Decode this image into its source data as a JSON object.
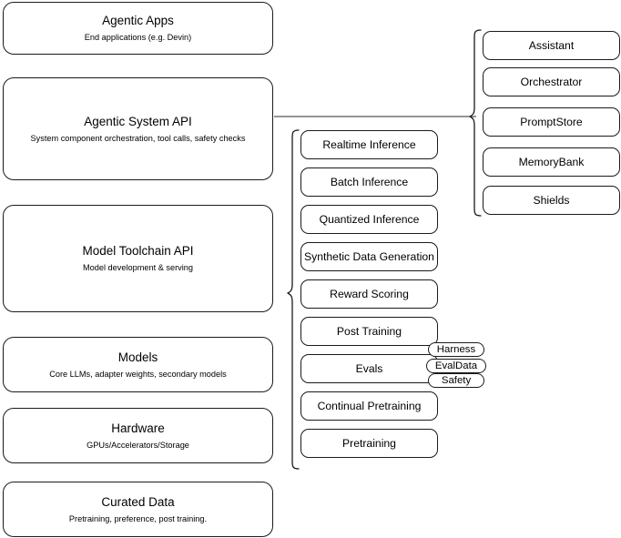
{
  "diagram": {
    "title": "Llama Stack layered architecture",
    "stroke_color": "#1a1a1a",
    "connector_color": "#555555",
    "background": "#ffffff"
  },
  "layers": [
    {
      "id": "agentic-apps",
      "title": "Agentic Apps",
      "subtitle": "End applications (e.g. Devin)"
    },
    {
      "id": "agentic-system-api",
      "title": "Agentic System API",
      "subtitle": "System component orchestration, tool calls, safety checks"
    },
    {
      "id": "model-toolchain-api",
      "title": "Model Toolchain API",
      "subtitle": "Model development & serving"
    },
    {
      "id": "models",
      "title": "Models",
      "subtitle": "Core LLMs, adapter weights, secondary models"
    },
    {
      "id": "hardware",
      "title": "Hardware",
      "subtitle": "GPUs/Accelerators/Storage"
    },
    {
      "id": "curated-data",
      "title": "Curated Data",
      "subtitle": "Pretraining, preference, post training."
    }
  ],
  "toolchain_capabilities": [
    {
      "id": "realtime-inference",
      "label": "Realtime Inference"
    },
    {
      "id": "batch-inference",
      "label": "Batch Inference"
    },
    {
      "id": "quantized-inference",
      "label": "Quantized Inference"
    },
    {
      "id": "synthetic-data-generation",
      "label": "Synthetic Data Generation"
    },
    {
      "id": "reward-scoring",
      "label": "Reward Scoring"
    },
    {
      "id": "post-training",
      "label": "Post Training"
    },
    {
      "id": "evals",
      "label": "Evals"
    },
    {
      "id": "continual-pretraining",
      "label": "Continual Pretraining"
    },
    {
      "id": "pretraining",
      "label": "Pretraining"
    }
  ],
  "eval_badges": [
    {
      "id": "harness",
      "label": "Harness"
    },
    {
      "id": "evaldata",
      "label": "EvalData"
    },
    {
      "id": "safety",
      "label": "Safety"
    }
  ],
  "system_components": [
    {
      "id": "assistant",
      "label": "Assistant"
    },
    {
      "id": "orchestrator",
      "label": "Orchestrator"
    },
    {
      "id": "promptstore",
      "label": "PromptStore"
    },
    {
      "id": "memorybank",
      "label": "MemoryBank"
    },
    {
      "id": "shields",
      "label": "Shields"
    }
  ]
}
